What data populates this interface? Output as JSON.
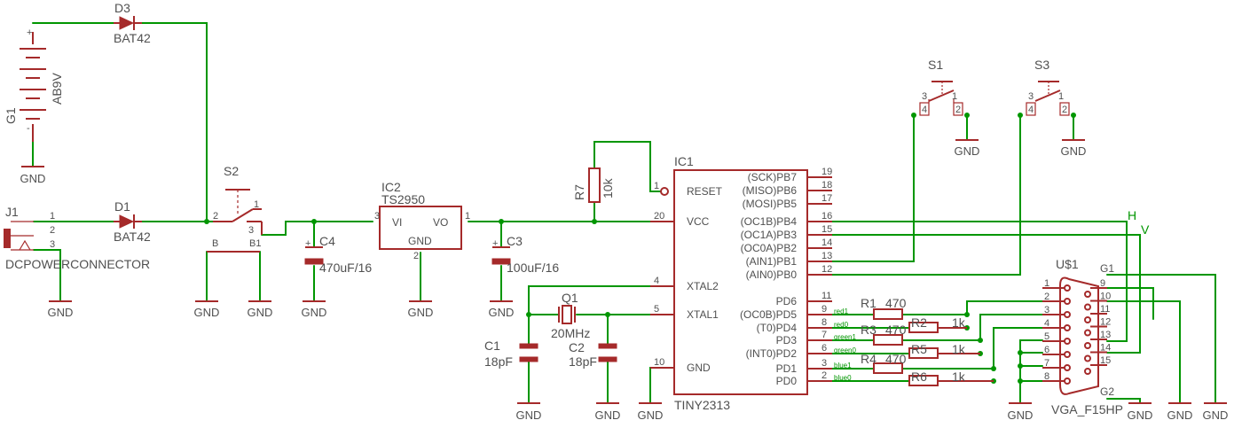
{
  "components": {
    "G1": {
      "ref": "G1",
      "value": "AB9V"
    },
    "D3": {
      "ref": "D3",
      "value": "BAT42"
    },
    "D1": {
      "ref": "D1",
      "value": "BAT42"
    },
    "J1": {
      "ref": "J1",
      "value": "DCPOWERCONNECTOR"
    },
    "S2": {
      "ref": "S2"
    },
    "IC2": {
      "ref": "IC2",
      "value": "TS2950",
      "pin_vi": "VI",
      "pin_vo": "VO",
      "pin_gnd": "GND"
    },
    "C4": {
      "ref": "C4",
      "value": "470uF/16"
    },
    "C3": {
      "ref": "C3",
      "value": "100uF/16"
    },
    "R7": {
      "ref": "R7",
      "value": "10k"
    },
    "IC1": {
      "ref": "IC1",
      "value": "TINY2313"
    },
    "Q1": {
      "ref": "Q1",
      "value": "20MHz"
    },
    "C1": {
      "ref": "C1",
      "value": "18pF"
    },
    "C2": {
      "ref": "C2",
      "value": "18pF"
    },
    "S1": {
      "ref": "S1"
    },
    "S3": {
      "ref": "S3"
    },
    "U1": {
      "ref": "U$1",
      "value": "VGA_F15HP",
      "g1": "G1",
      "g2": "G2"
    },
    "R1": {
      "ref": "R1",
      "value": "470"
    },
    "R2": {
      "ref": "R2",
      "value": "1k"
    },
    "R3": {
      "ref": "R3",
      "value": "470"
    },
    "R5": {
      "ref": "R5",
      "value": "1k"
    },
    "R4": {
      "ref": "R4",
      "value": "470"
    },
    "R6": {
      "ref": "R6",
      "value": "1k"
    }
  },
  "ic1_left_pins": [
    {
      "num": "1",
      "name": "RESET"
    },
    {
      "num": "20",
      "name": "VCC"
    },
    {
      "num": "4",
      "name": "XTAL2"
    },
    {
      "num": "5",
      "name": "XTAL1"
    },
    {
      "num": "10",
      "name": "GND"
    }
  ],
  "ic1_right_pins": [
    {
      "num": "19",
      "name": "(SCK)PB7"
    },
    {
      "num": "18",
      "name": "(MISO)PB6"
    },
    {
      "num": "17",
      "name": "(MOSI)PB5"
    },
    {
      "num": "16",
      "name": "(OC1B)PB4"
    },
    {
      "num": "15",
      "name": "(OC1A)PB3"
    },
    {
      "num": "14",
      "name": "(OC0A)PB2"
    },
    {
      "num": "13",
      "name": "(AIN1)PB1"
    },
    {
      "num": "12",
      "name": "(AIN0)PB0"
    },
    {
      "num": "11",
      "name": "PD6"
    },
    {
      "num": "9",
      "name": "(OC0B)PD5"
    },
    {
      "num": "8",
      "name": "(T0)PD4"
    },
    {
      "num": "7",
      "name": "PD3"
    },
    {
      "num": "6",
      "name": "(INT0)PD2"
    },
    {
      "num": "3",
      "name": "PD1"
    },
    {
      "num": "2",
      "name": "PD0"
    }
  ],
  "vga_left_pins": [
    "1",
    "2",
    "3",
    "4",
    "5",
    "6",
    "7",
    "8"
  ],
  "vga_right_pins": [
    "9",
    "10",
    "11",
    "12",
    "13",
    "14",
    "15"
  ],
  "nets": {
    "red1": "red1",
    "red0": "red0",
    "green1": "green1",
    "green0": "green0",
    "blue1": "blue1",
    "blue0": "blue0",
    "H": "H",
    "V": "V"
  },
  "pins": {
    "j1_1": "1",
    "j1_2": "2",
    "j1_3": "3",
    "s2_1": "1",
    "s2_2": "2",
    "s2_3": "3",
    "s2_b": "B",
    "s2_b1": "B1",
    "ic2_3": "3",
    "ic2_1": "1",
    "ic2_2": "2",
    "s1_1": "1",
    "s1_2": "2",
    "s1_3": "3",
    "s1_4": "4",
    "s3_1": "1",
    "s3_2": "2",
    "s3_3": "3",
    "s3_4": "4",
    "g1_plus": "+",
    "g1_minus": "-"
  },
  "gnd_label": "GND"
}
